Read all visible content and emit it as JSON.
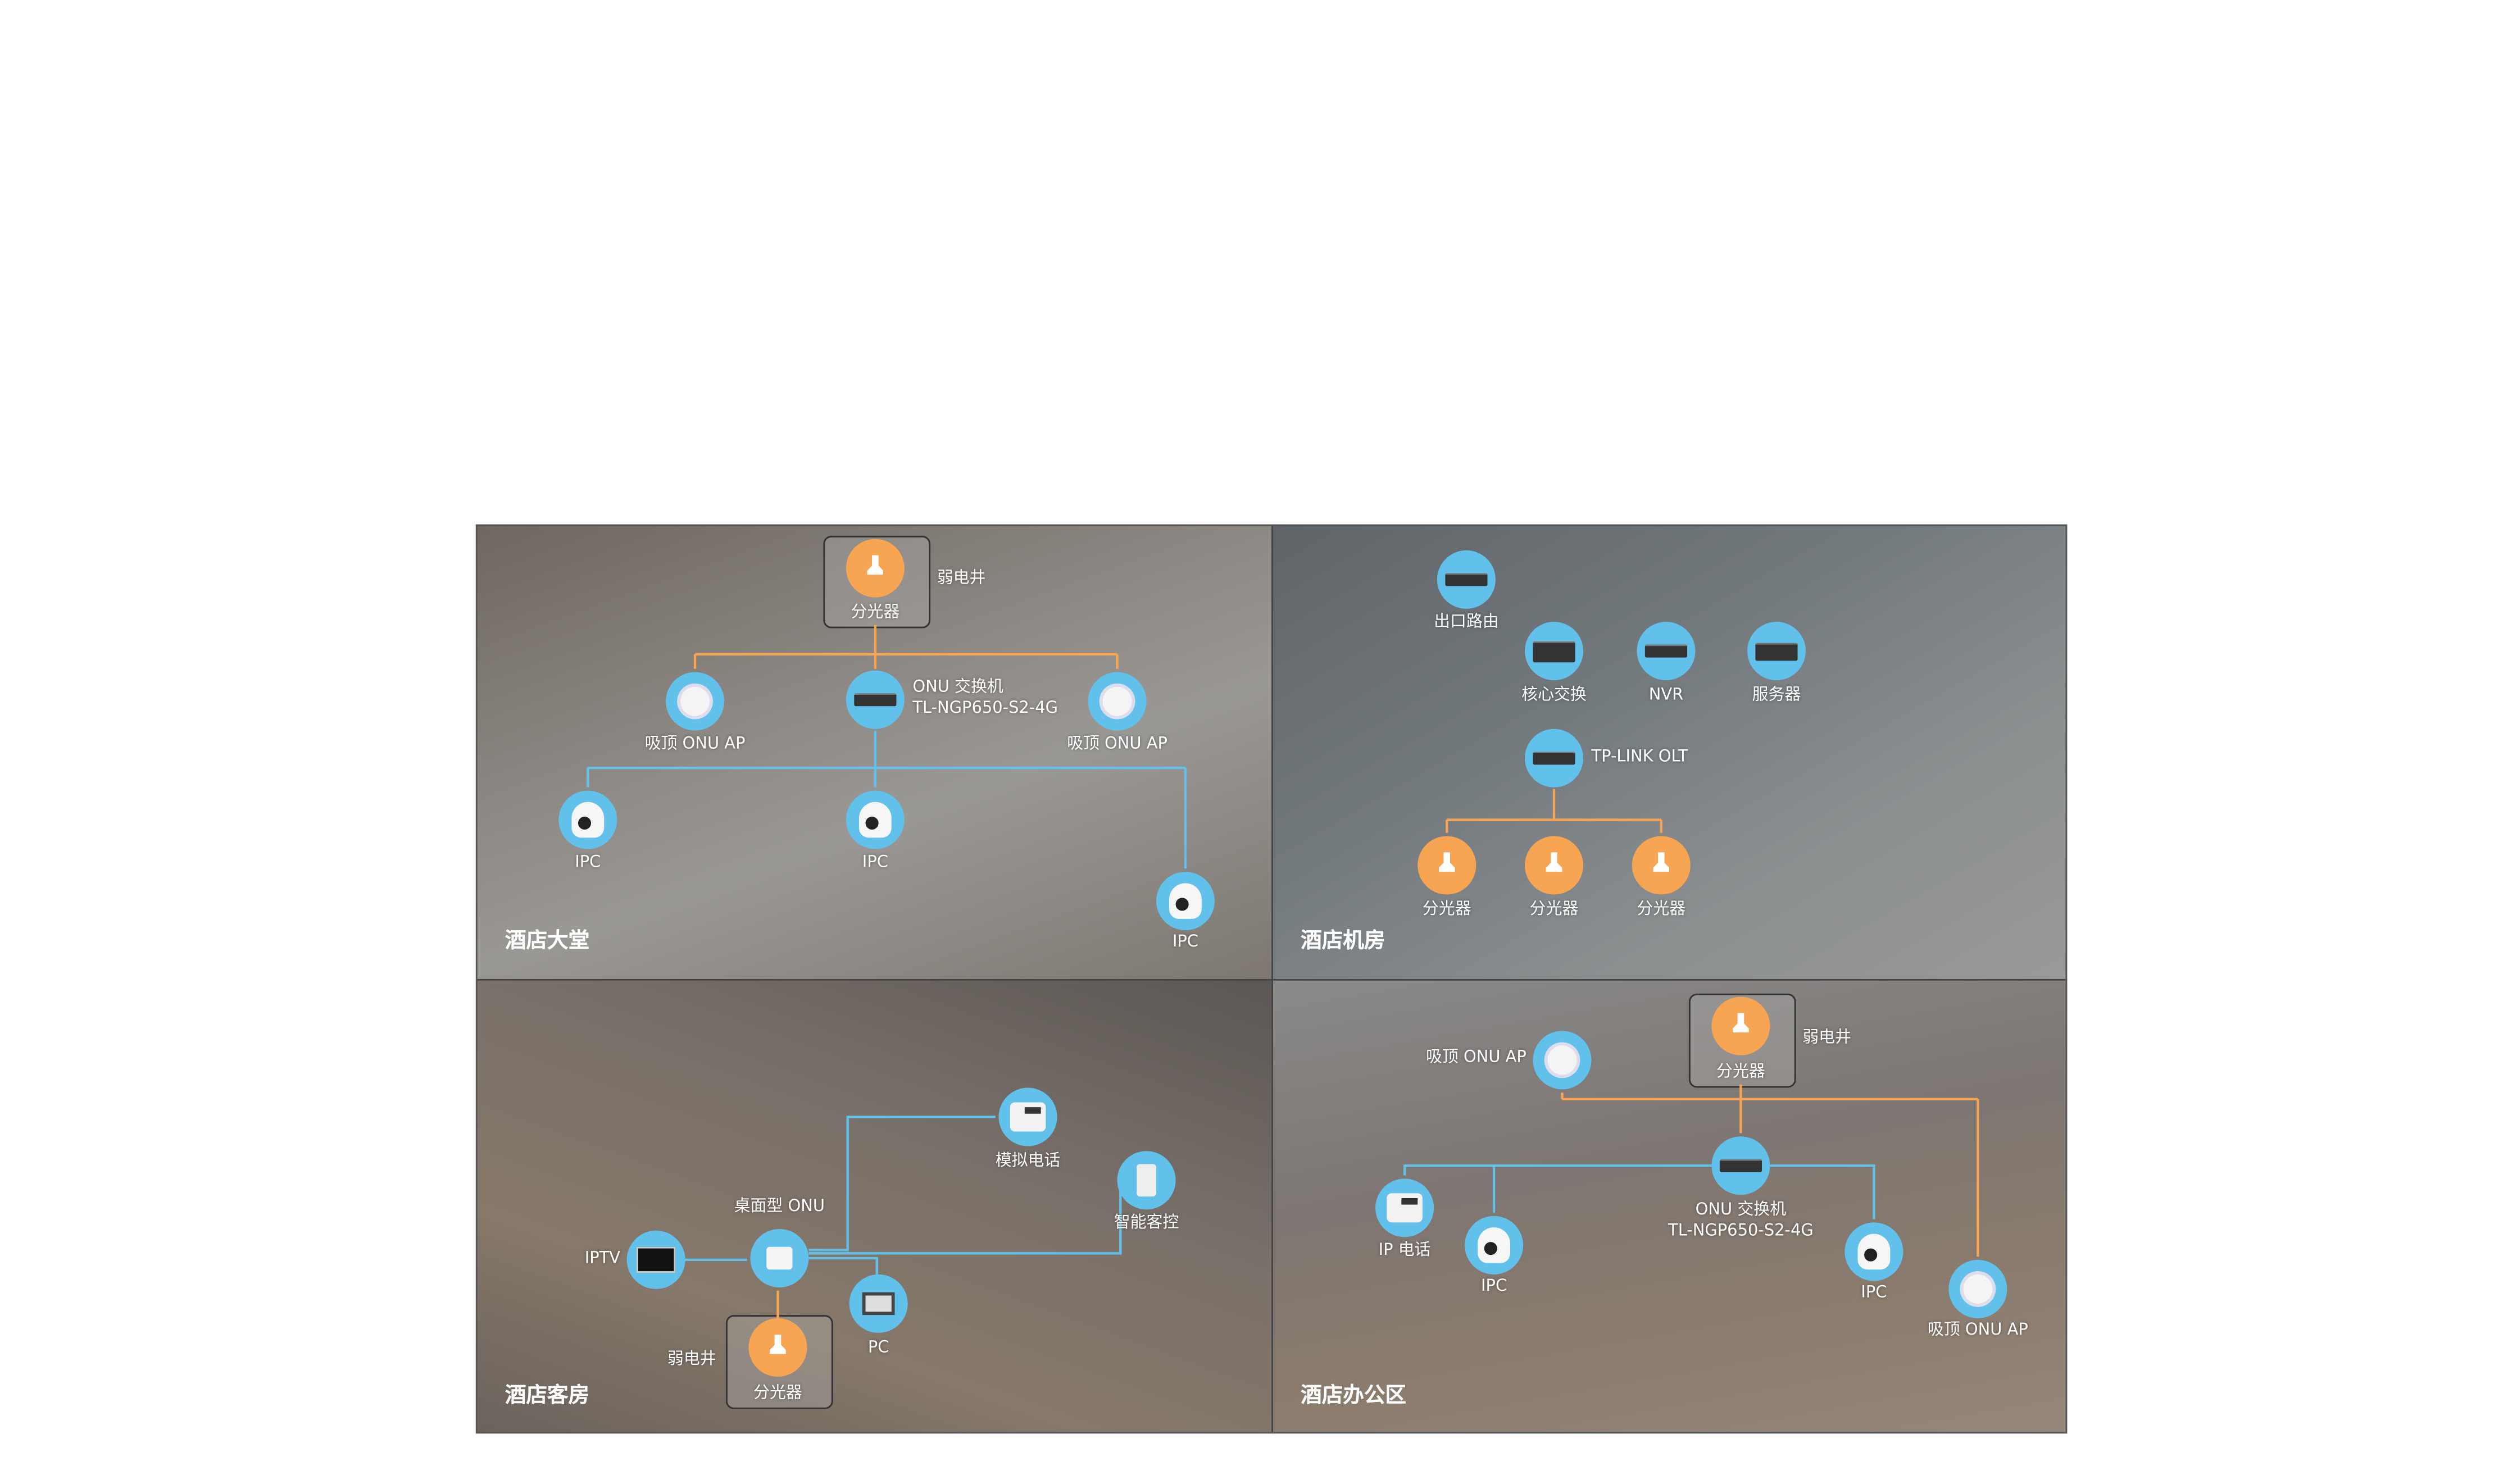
{
  "colors": {
    "fiber": "#f7a453",
    "ethernet": "#62c1ea"
  },
  "panels": {
    "lobby": {
      "title": "酒店大堂",
      "splitter": "分光器",
      "shaft": "弱电井",
      "ap_left": "吸顶 ONU AP",
      "ap_right": "吸顶 ONU AP",
      "switch_name": "ONU 交换机",
      "switch_model": "TL-NGP650-S2-4G",
      "ipc1": "IPC",
      "ipc2": "IPC",
      "ipc3": "IPC"
    },
    "server": {
      "title": "酒店机房",
      "router": "出口路由",
      "core": "核心交换",
      "nvr": "NVR",
      "server": "服务器",
      "olt": "TP-LINK OLT",
      "splitter1": "分光器",
      "splitter2": "分光器",
      "splitter3": "分光器"
    },
    "room": {
      "title": "酒店客房",
      "phone": "模拟电话",
      "control": "智能客控",
      "onu": "桌面型 ONU",
      "iptv": "IPTV",
      "pc": "PC",
      "shaft": "弱电井",
      "splitter": "分光器"
    },
    "office": {
      "title": "酒店办公区",
      "ap_left": "吸顶 ONU AP",
      "splitter": "分光器",
      "shaft": "弱电井",
      "switch_name": "ONU 交换机",
      "switch_model": "TL-NGP650-S2-4G",
      "ip_phone": "IP 电话",
      "ipc1": "IPC",
      "ipc2": "IPC",
      "ap_right": "吸顶 ONU AP"
    }
  }
}
